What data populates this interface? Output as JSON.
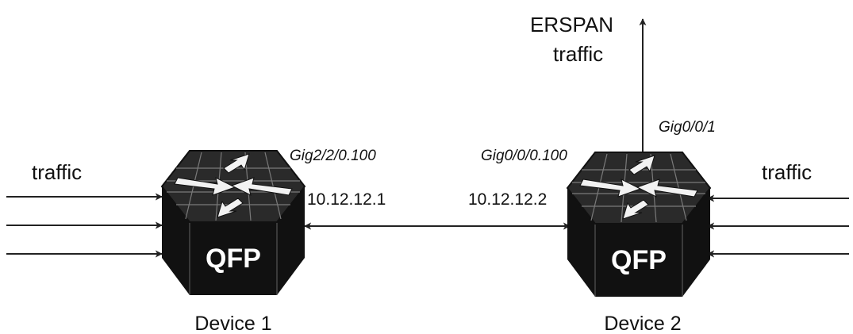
{
  "labels": {
    "erspan_line1": "ERSPAN",
    "erspan_line2": "traffic",
    "traffic_left": "traffic",
    "traffic_right": "traffic",
    "iface_dev1": "Gig2/2/0.100",
    "iface_dev2_link": "Gig0/0/0.100",
    "iface_dev2_uplink": "Gig0/0/1",
    "ip_dev1": "10.12.12.1",
    "ip_dev2": "10.12.12.2"
  },
  "devices": [
    {
      "name": "Device 1",
      "chip": "QFP"
    },
    {
      "name": "Device 2",
      "chip": "QFP"
    }
  ],
  "watermark": "",
  "colors": {
    "line": "#222222",
    "device_body": "#111111",
    "device_top": "#2a2a2a",
    "text": "#111111"
  }
}
